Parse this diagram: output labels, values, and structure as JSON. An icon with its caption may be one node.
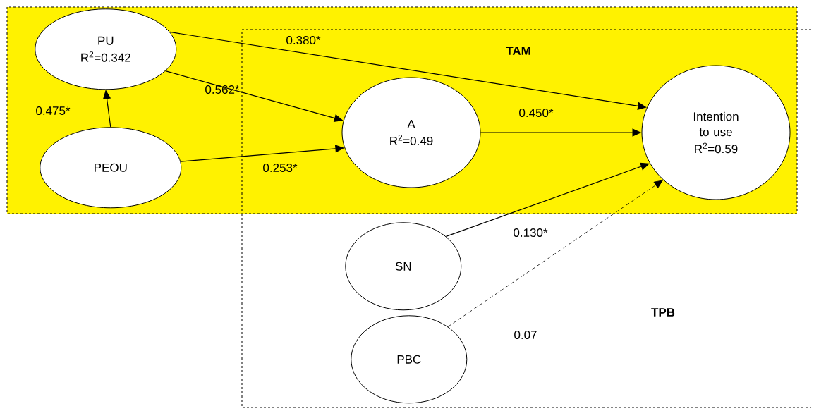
{
  "diagram": {
    "nodes": [
      {
        "text": [
          "TAM"
        ]
      },
      {
        "text": [
          "TPB"
        ]
      },
      {
        "text": [
          "PU",
          "R$^{2}$=0.342"
        ],
        "in": 0
      },
      {
        "text": [
          "PEOU"
        ],
        "in": 0
      },
      {
        "text": [
          "A",
          "R$^{2}$=0.49"
        ]
      },
      {
        "text": [
          "Intention to use",
          "R$^{2}$=0.59"
        ]
      },
      {
        "text": [
          "SN"
        ],
        "in": 1
      },
      {
        "text": [
          "PBC"
        ],
        "in": 1
      }
    ],
    "edges": [
      {
        "from": 3,
        "to": 2,
        "arrow": "to",
        "label": "0.475*"
      },
      {
        "from": 2,
        "to": 4,
        "arrow": "to",
        "label": "0.562*"
      },
      {
        "from": 2,
        "to": 5,
        "arrow": "to",
        "label": "0.380*"
      },
      {
        "from": 3,
        "to": 4,
        "arrow": "to",
        "label": "0.253*"
      },
      {
        "from": 4,
        "to": 5,
        "arrow": "to",
        "label": "0.450*"
      },
      {
        "from": 6,
        "to": 5,
        "arrow": "to",
        "label": "0.130*"
      },
      {
        "from": 7,
        "to": 5,
        "arrow": "to",
        "label": "0.07",
        "style": "dashed"
      }
    ]
  }
}
